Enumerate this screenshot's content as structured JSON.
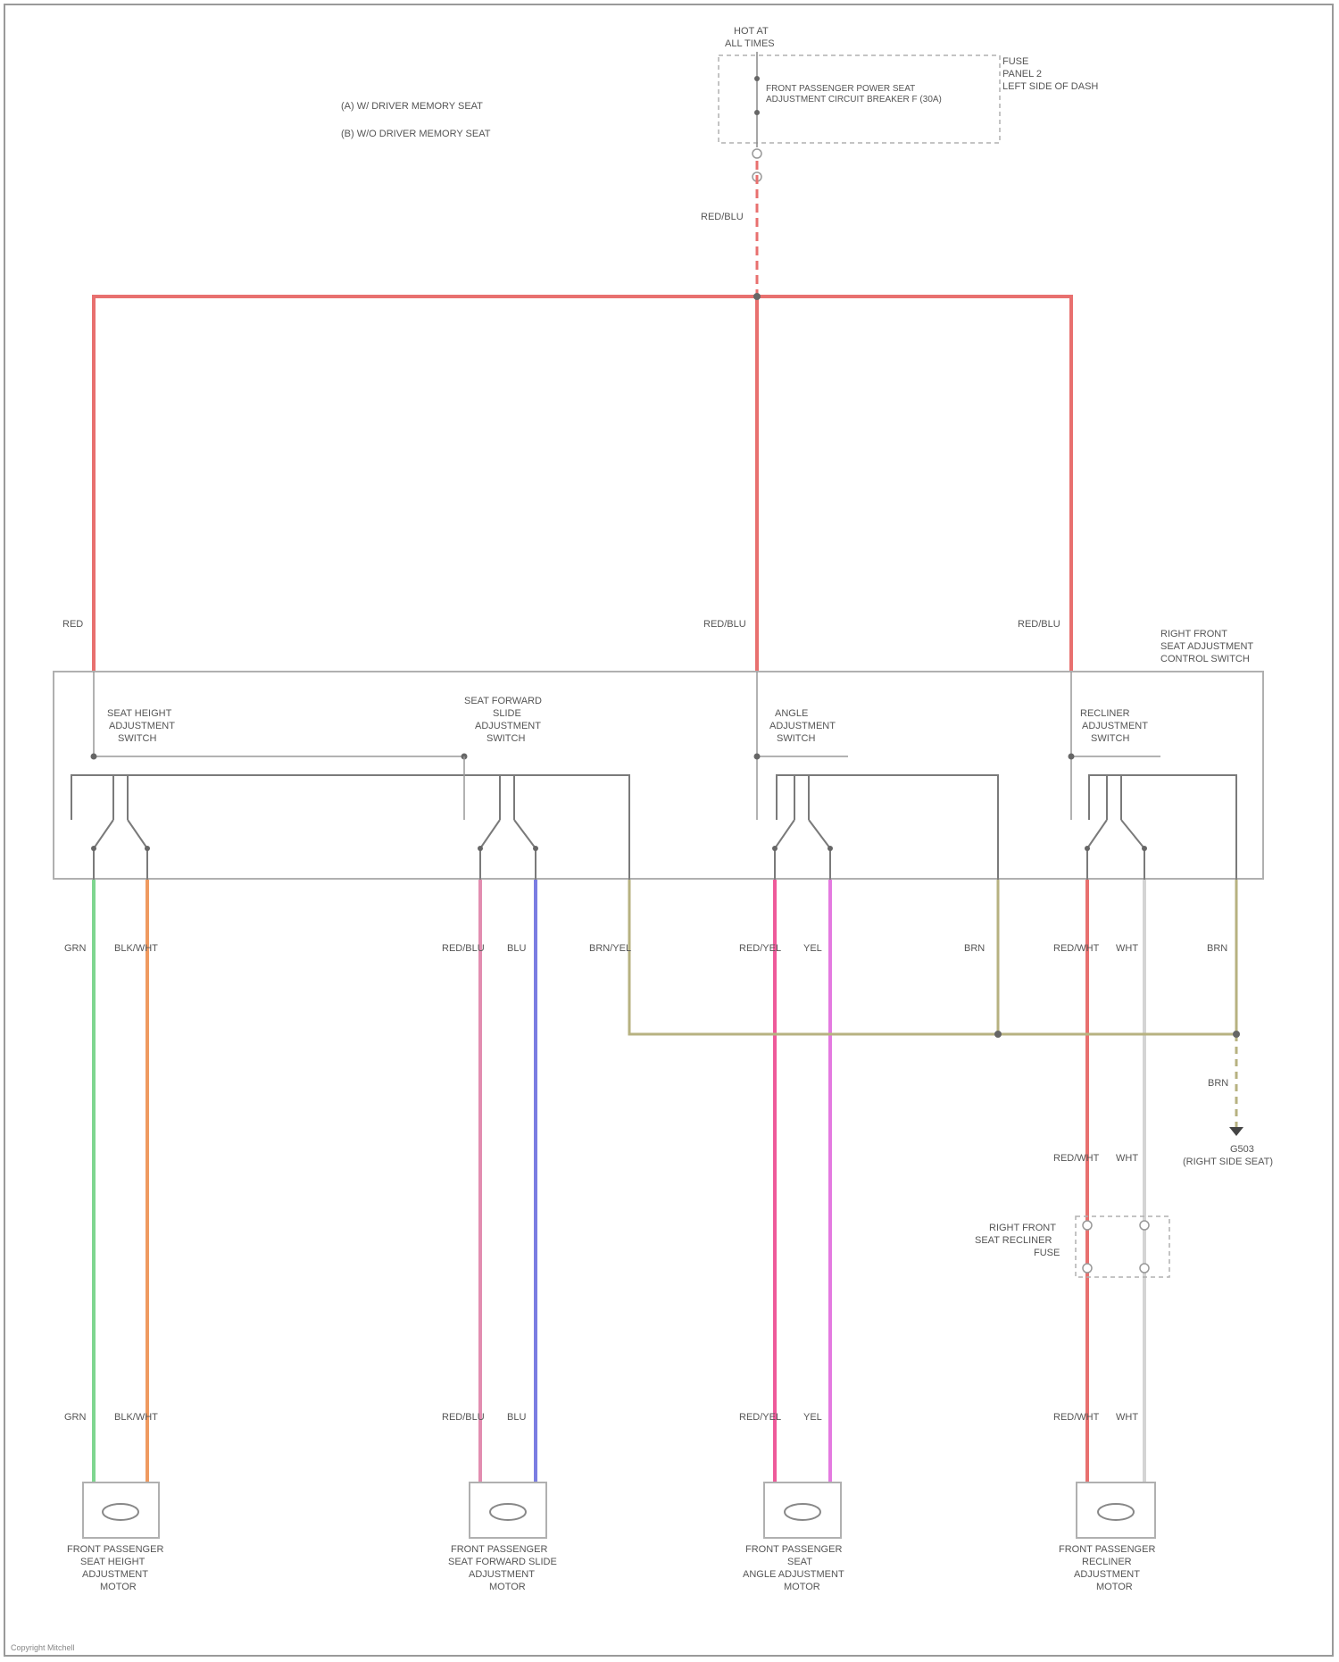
{
  "header": {
    "legend": [
      "(A) W/ DRIVER MEMORY SEAT",
      "(B) W/O DRIVER MEMORY SEAT"
    ],
    "power_source": {
      "line1": "HOT AT",
      "line2": "ALL TIMES"
    },
    "fuse_label": "FRONT PASSENGER POWER SEAT ADJUSTMENT CIRCUIT BREAKER F (30A)",
    "fuse_panel": {
      "line1": "FUSE",
      "line2": "PANEL 2",
      "line3": "LEFT SIDE OF DASH"
    },
    "main_wire": "RED/BLU"
  },
  "module": {
    "name": [
      "RIGHT FRONT",
      "SEAT ADJUSTMENT",
      "CONTROL SWITCH"
    ],
    "feed_wires": [
      "RED",
      "RED/BLU",
      "RED/BLU"
    ],
    "switches": [
      [
        "SEAT HEIGHT",
        "ADJUSTMENT",
        "SWITCH"
      ],
      [
        "SEAT FORWARD",
        "SLIDE",
        "ADJUSTMENT",
        "SWITCH"
      ],
      [
        "ANGLE",
        "ADJUSTMENT",
        "SWITCH"
      ],
      [
        "RECLINER",
        "ADJUSTMENT",
        "SWITCH"
      ]
    ]
  },
  "wires": {
    "height": [
      "GRN",
      "BLK/WHT"
    ],
    "slide": [
      "RED/BLU",
      "BLU"
    ],
    "angle": [
      "RED/YEL",
      "YEL"
    ],
    "recliner": [
      "RED/WHT",
      "WHT"
    ],
    "ground_wires": [
      "BRN/YEL",
      "BRN",
      "BRN"
    ],
    "ground_drop": "BRN"
  },
  "ground": {
    "id": "G503",
    "location": "(RIGHT SIDE SEAT)"
  },
  "fuse_inline": [
    "RIGHT FRONT",
    "SEAT RECLINER",
    "FUSE"
  ],
  "motors": [
    [
      "FRONT PASSENGER",
      "SEAT HEIGHT",
      "ADJUSTMENT",
      "MOTOR"
    ],
    [
      "FRONT PASSENGER",
      "SEAT FORWARD SLIDE",
      "ADJUSTMENT",
      "MOTOR"
    ],
    [
      "FRONT PASSENGER",
      "SEAT",
      "ANGLE ADJUSTMENT",
      "MOTOR"
    ],
    [
      "FRONT PASSENGER",
      "RECLINER",
      "ADJUSTMENT",
      "MOTOR"
    ]
  ],
  "footer": "Copyright Mitchell",
  "colors": {
    "red": "#e8706f",
    "green": "#7fd690",
    "orange": "#ef9a60",
    "pink": "#e28db0",
    "blue": "#7b7de2",
    "hotpink": "#ee5a9a",
    "magenta": "#e47ae0",
    "olive": "#b7b281",
    "white": "#d4d4d4"
  }
}
